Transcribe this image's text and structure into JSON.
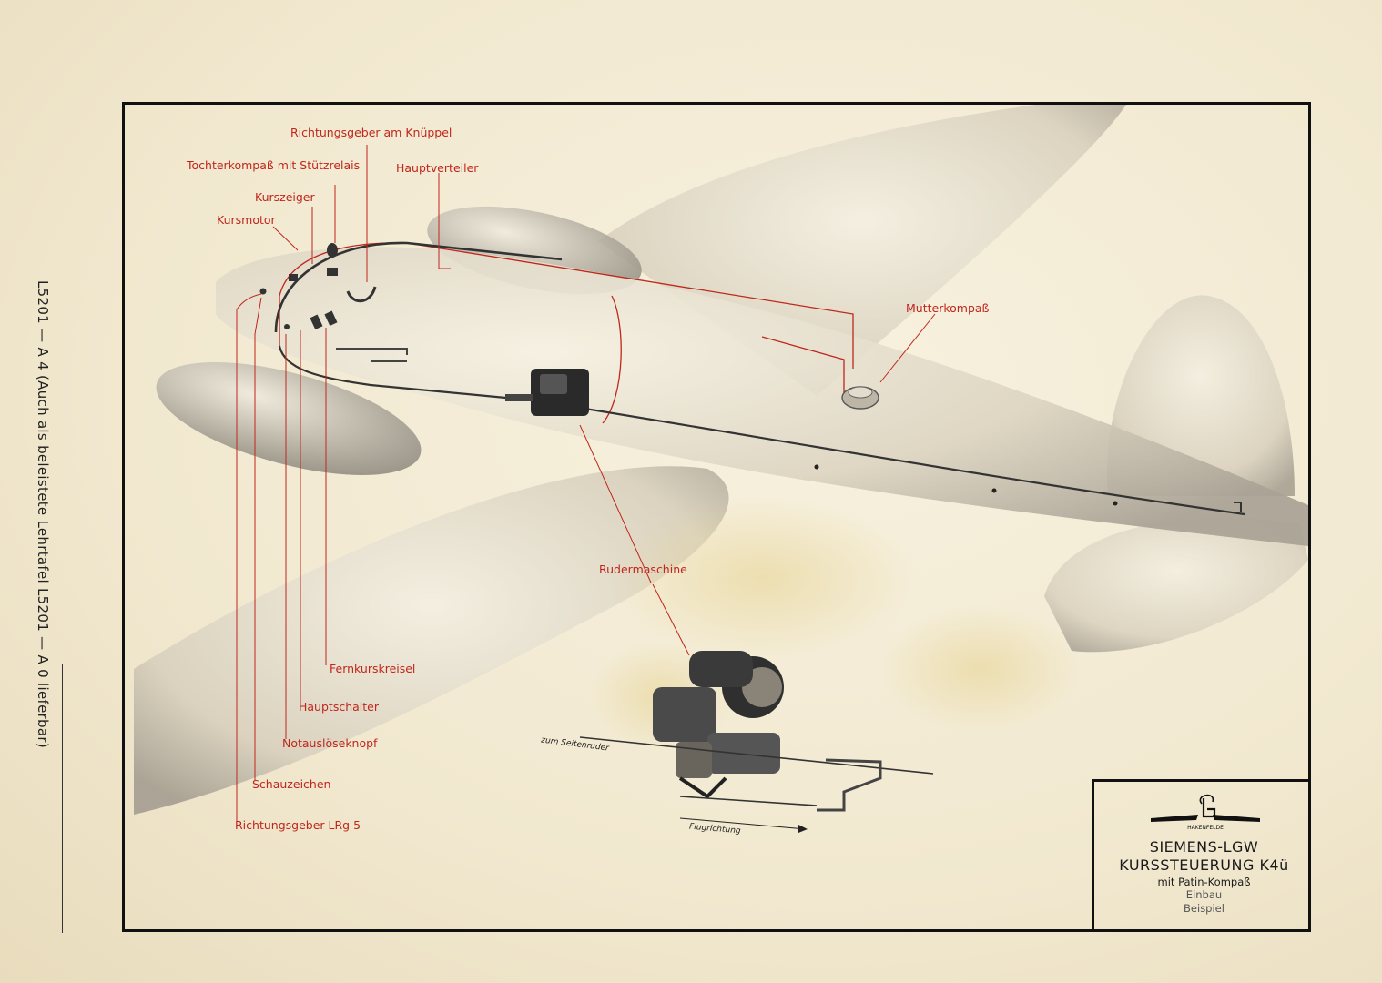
{
  "side_note": "L5201 — A 4 (Auch als beleistete Lehrtafel L5201 — A 0 lieferbar)",
  "labels": {
    "richtungsgeber_knueppel": "Richtungsgeber am Knüppel",
    "tochterkompass": "Tochterkompaß mit Stützrelais",
    "hauptverteiler": "Hauptverteiler",
    "kurszeiger": "Kurszeiger",
    "kursmotor": "Kursmotor",
    "mutterkompass": "Mutterkompaß",
    "rudermaschine": "Rudermaschine",
    "fernkurskreisel": "Fernkurskreisel",
    "hauptschalter": "Hauptschalter",
    "notausloeseknopf": "Notauslöseknopf",
    "schauzeichen": "Schauzeichen",
    "richtungsgeber_lrg5": "Richtungsgeber LRg 5"
  },
  "rudder_notes": {
    "zum_seitenruder": "zum Seitenruder",
    "flugrichtung": "Flugrichtung"
  },
  "title_block": {
    "logo_text": "HAKENFELDE",
    "brand": "SIEMENS-LGW",
    "product": "KURSSTEUERUNG K4ü",
    "subtitle": "mit Patin-Kompaß",
    "note1": "Einbau",
    "note2": "Beispiel"
  },
  "colors": {
    "label_red": "#c0261c",
    "paper": "#f3ecd7",
    "ink": "#111111"
  }
}
